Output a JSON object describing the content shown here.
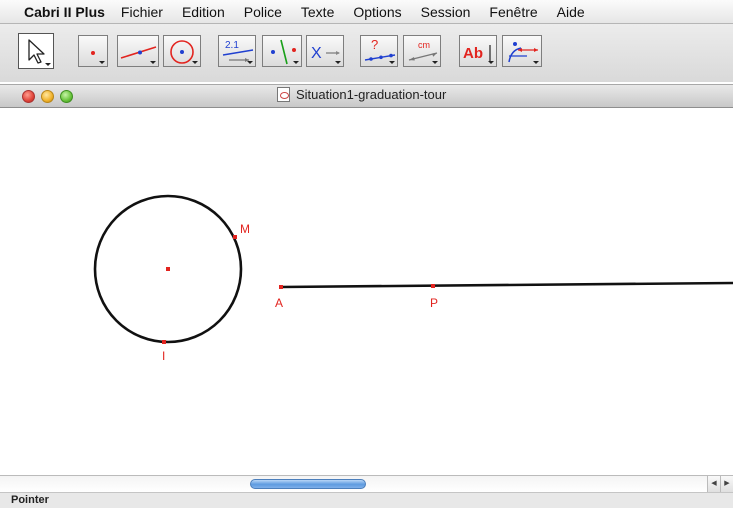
{
  "menubar": {
    "app": "Cabri II Plus",
    "items": [
      "Fichier",
      "Edition",
      "Police",
      "Texte",
      "Options",
      "Session",
      "Fenêtre",
      "Aide"
    ]
  },
  "toolbar": {
    "tools": [
      {
        "name": "pointer-tool",
        "icon": "arrow-pointer-icon"
      },
      {
        "name": "points-tool",
        "icon": "point-icon"
      },
      {
        "name": "lines-tool",
        "icon": "line-icon"
      },
      {
        "name": "curves-tool",
        "icon": "circle-icon"
      },
      {
        "name": "constructions-tool",
        "icon": "perpendicular-icon",
        "text": "2.1"
      },
      {
        "name": "transformations-tool",
        "icon": "symmetry-icon"
      },
      {
        "name": "macro-tool",
        "icon": "macro-icon",
        "text": "X"
      },
      {
        "name": "properties-tool",
        "icon": "check-property-icon",
        "text": "?"
      },
      {
        "name": "measure-tool",
        "icon": "measure-icon",
        "text": "cm"
      },
      {
        "name": "display-tool",
        "icon": "label-icon",
        "text": "Ab"
      },
      {
        "name": "attributes-tool",
        "icon": "attributes-icon"
      }
    ]
  },
  "window": {
    "title": "Situation1-graduation-tour"
  },
  "figure": {
    "points": {
      "center": "",
      "m": "M",
      "i": "I",
      "a": "A",
      "p": "P"
    },
    "accent": "#e2241f"
  },
  "status": {
    "text": "Pointer"
  }
}
